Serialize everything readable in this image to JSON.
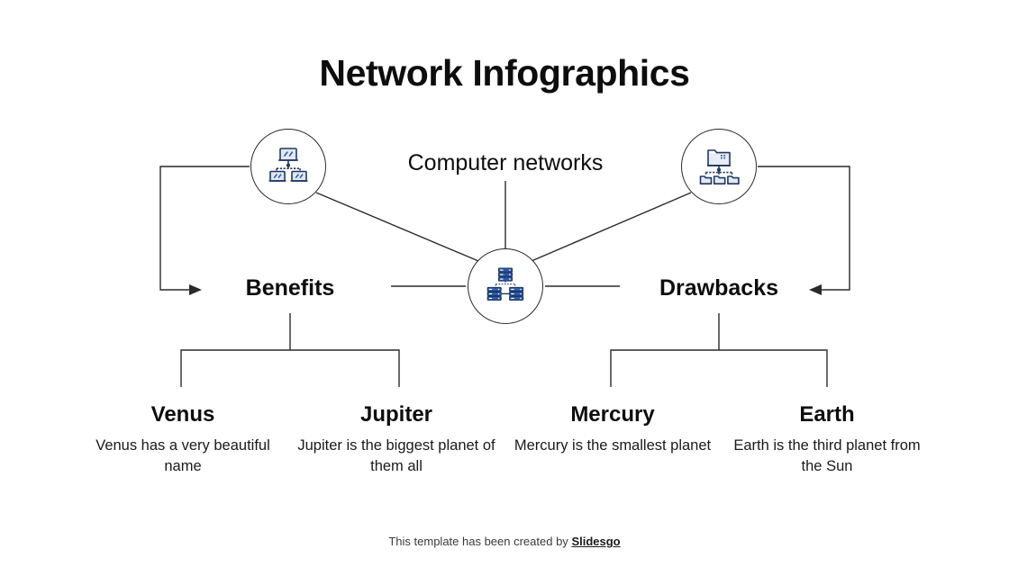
{
  "slide": {
    "title": "Network Infographics",
    "background_color": "#ffffff",
    "line_color": "#2a2a2a",
    "icon_color": "#1f3864",
    "icon_accent_color": "#2e5aa8",
    "text_color": "#0d0d0d"
  },
  "center_node": {
    "label": "Computer networks",
    "icon": "server-racks-icon"
  },
  "nodes": [
    {
      "id": "top-left",
      "icon": "monitor-laptops-network-icon"
    },
    {
      "id": "top-right",
      "icon": "shared-folder-network-icon"
    }
  ],
  "branches": [
    {
      "id": "benefits",
      "label": "Benefits"
    },
    {
      "id": "drawbacks",
      "label": "Drawbacks"
    }
  ],
  "leaves": [
    {
      "id": "venus",
      "title": "Venus",
      "description": "Venus has a very beautiful name"
    },
    {
      "id": "jupiter",
      "title": "Jupiter",
      "description": "Jupiter is the biggest planet of them all"
    },
    {
      "id": "mercury",
      "title": "Mercury",
      "description": "Mercury is the smallest planet"
    },
    {
      "id": "earth",
      "title": "Earth",
      "description": "Earth is the third planet from the Sun"
    }
  ],
  "footer": {
    "text": "This template has been created by",
    "brand": "Slidesgo"
  }
}
